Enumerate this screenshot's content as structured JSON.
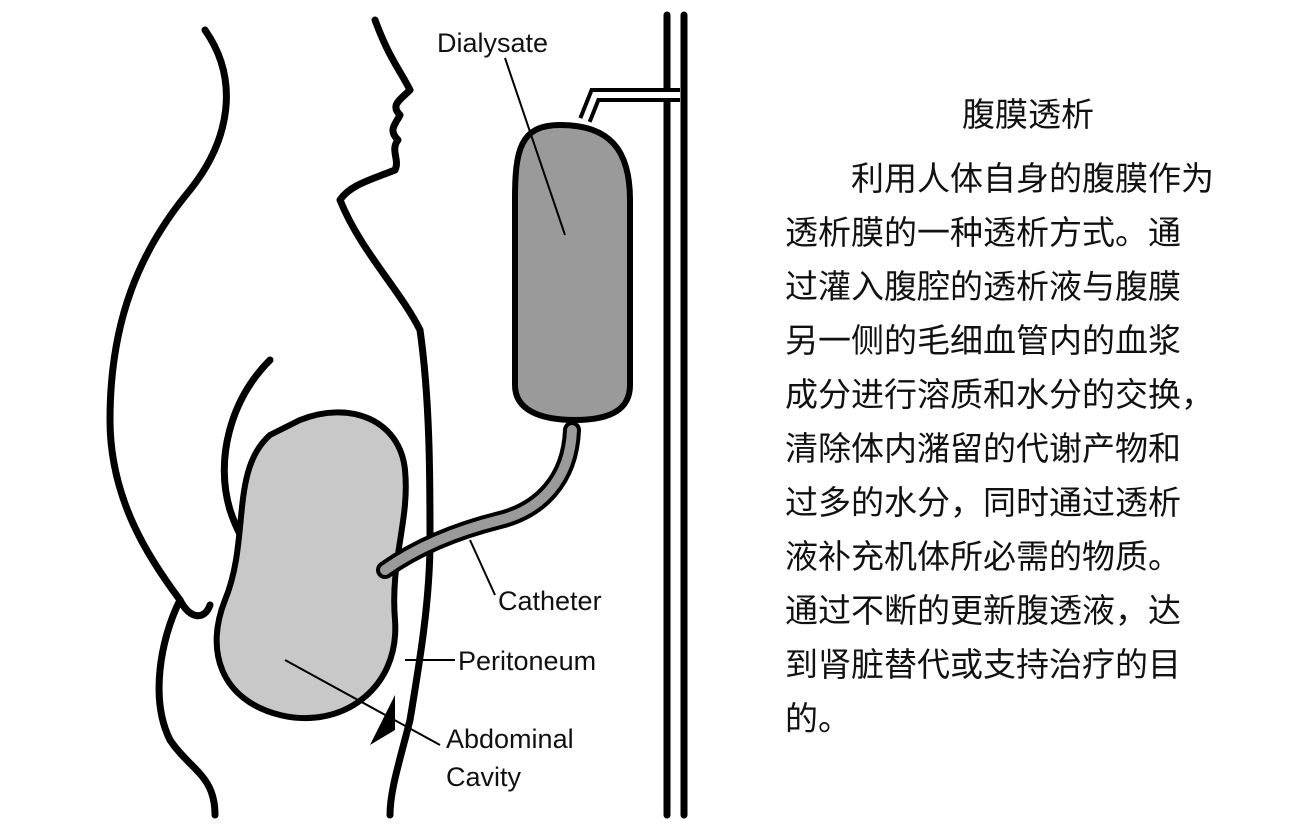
{
  "labels": {
    "dialysate": "Dialysate",
    "catheter": "Catheter",
    "peritoneum": "Peritoneum",
    "abdominal_cavity_line1": "Abdominal",
    "abdominal_cavity_line2": "Cavity"
  },
  "text": {
    "title": "腹膜透析",
    "lines": [
      "　　利用人体自身的腹膜作为",
      "透析膜的一种透析方式。通",
      "过灌入腹腔的透析液与腹膜",
      "另一侧的毛细血管内的血浆",
      "成分进行溶质和水分的交换，",
      "清除体内潴留的代谢产物和",
      "过多的水分，同时通过透析",
      "液补充机体所必需的物质。",
      "通过不断的更新腹透液，达",
      "到肾脏替代或支持治疗的目",
      "的。"
    ]
  },
  "colors": {
    "bag": "#9a9a9a",
    "cavity": "#c8c8c8",
    "line": "#000000"
  }
}
